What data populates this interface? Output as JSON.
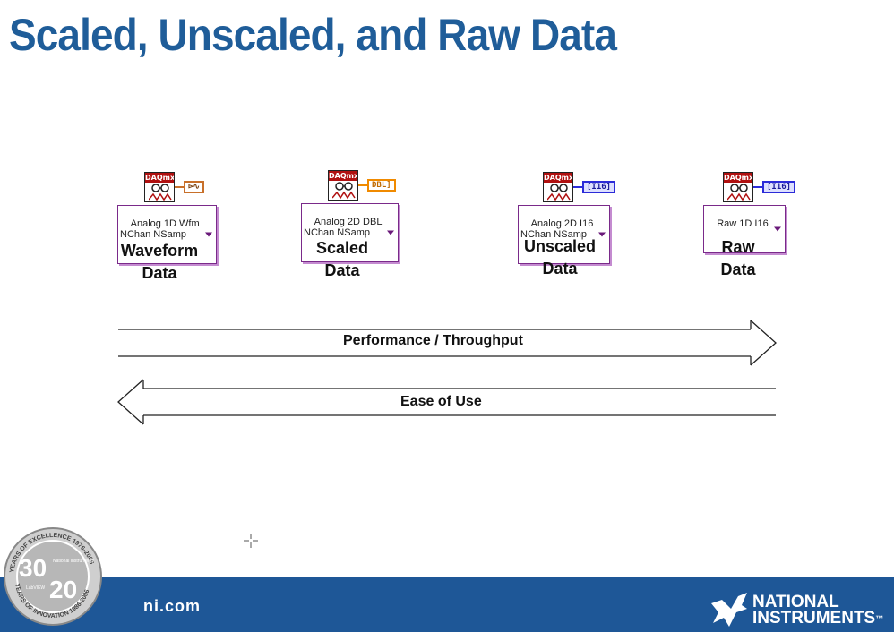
{
  "slide": {
    "title": "Scaled, Unscaled, and Raw Data"
  },
  "vis": [
    {
      "icon_label": "DAQmx",
      "terminal_text": "⊳∿",
      "terminal_color": "#c8702a",
      "selector_lines": "Analog 1D Wfm\nNChan NSamp",
      "caption_line1": "Waveform",
      "caption_line2": "Data"
    },
    {
      "icon_label": "DAQmx",
      "terminal_text": "DBL]",
      "terminal_color": "#f08a00",
      "selector_lines": "Analog 2D DBL\nNChan NSamp",
      "caption_line1": "Scaled",
      "caption_line2": "Data"
    },
    {
      "icon_label": "DAQmx",
      "terminal_text": "[I16]",
      "terminal_color": "#2b2bd8",
      "selector_lines": "Analog 2D I16\nNChan NSamp",
      "caption_line1": "Unscaled",
      "caption_line2": "Data"
    },
    {
      "icon_label": "DAQmx",
      "terminal_text": "[I16]",
      "terminal_color": "#2b2bd8",
      "selector_lines": "Raw 1D I16",
      "caption_line1": "Raw",
      "caption_line2": "Data"
    }
  ],
  "arrows": {
    "right_label": "Performance / Throughput",
    "left_label": "Ease of Use"
  },
  "footer": {
    "site": "ni.com",
    "brand_line1": "NATIONAL",
    "brand_line2": "INSTRUMENTS",
    "tm": "™",
    "badge_top": "30",
    "badge_bottom": "20",
    "badge_small": "National Instruments",
    "badge_labview": "LabVIEW",
    "badge_ring_top": "YEARS OF EXCELLENCE 1976-2006",
    "badge_ring_bottom": "YEARS OF INNOVATION 1986-2006"
  },
  "colors": {
    "title": "#1f5d99",
    "footer": "#1e5797",
    "daq_red": "#b01010",
    "selector_border": "#7a2a8a"
  }
}
